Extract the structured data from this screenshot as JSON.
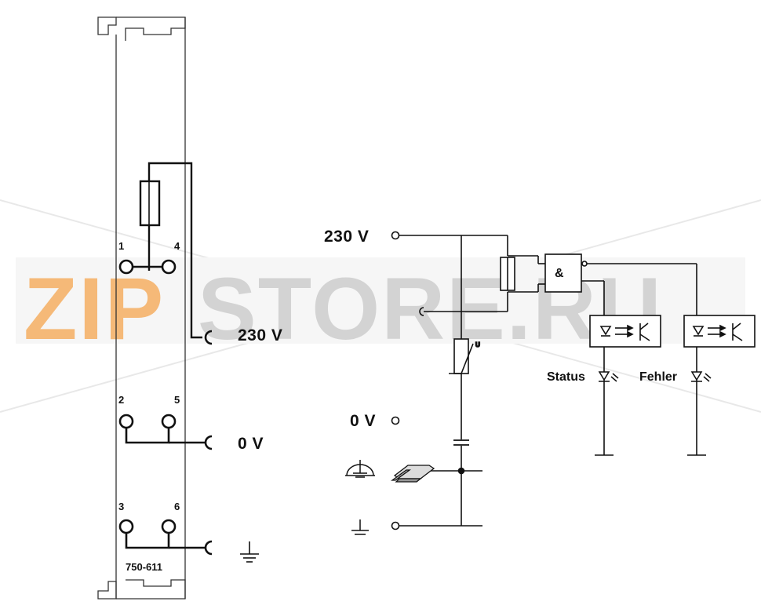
{
  "watermark": {
    "prefix": "ZIP",
    "suffix": "STORE.RU",
    "prefix_color": "#f4b26a",
    "suffix_color": "#cfcfcf"
  },
  "module": {
    "model": "750-611",
    "terminals": [
      "1",
      "4",
      "2",
      "5",
      "3",
      "6"
    ],
    "contacts": {
      "supply": "230 V",
      "zero": "0 V"
    }
  },
  "schematic": {
    "supply_label": "230 V",
    "zero_label": "0 V",
    "gate_label": "&",
    "status_label": "Status",
    "error_label": "Fehler"
  },
  "colors": {
    "line": "#111111",
    "module_outline": "#333333"
  },
  "icons": [
    "ground-icon",
    "rail-ground-icon",
    "fuse-icon",
    "varistor-icon",
    "capacitor-icon",
    "optocoupler-icon",
    "led-icon",
    "din-rail-icon"
  ]
}
